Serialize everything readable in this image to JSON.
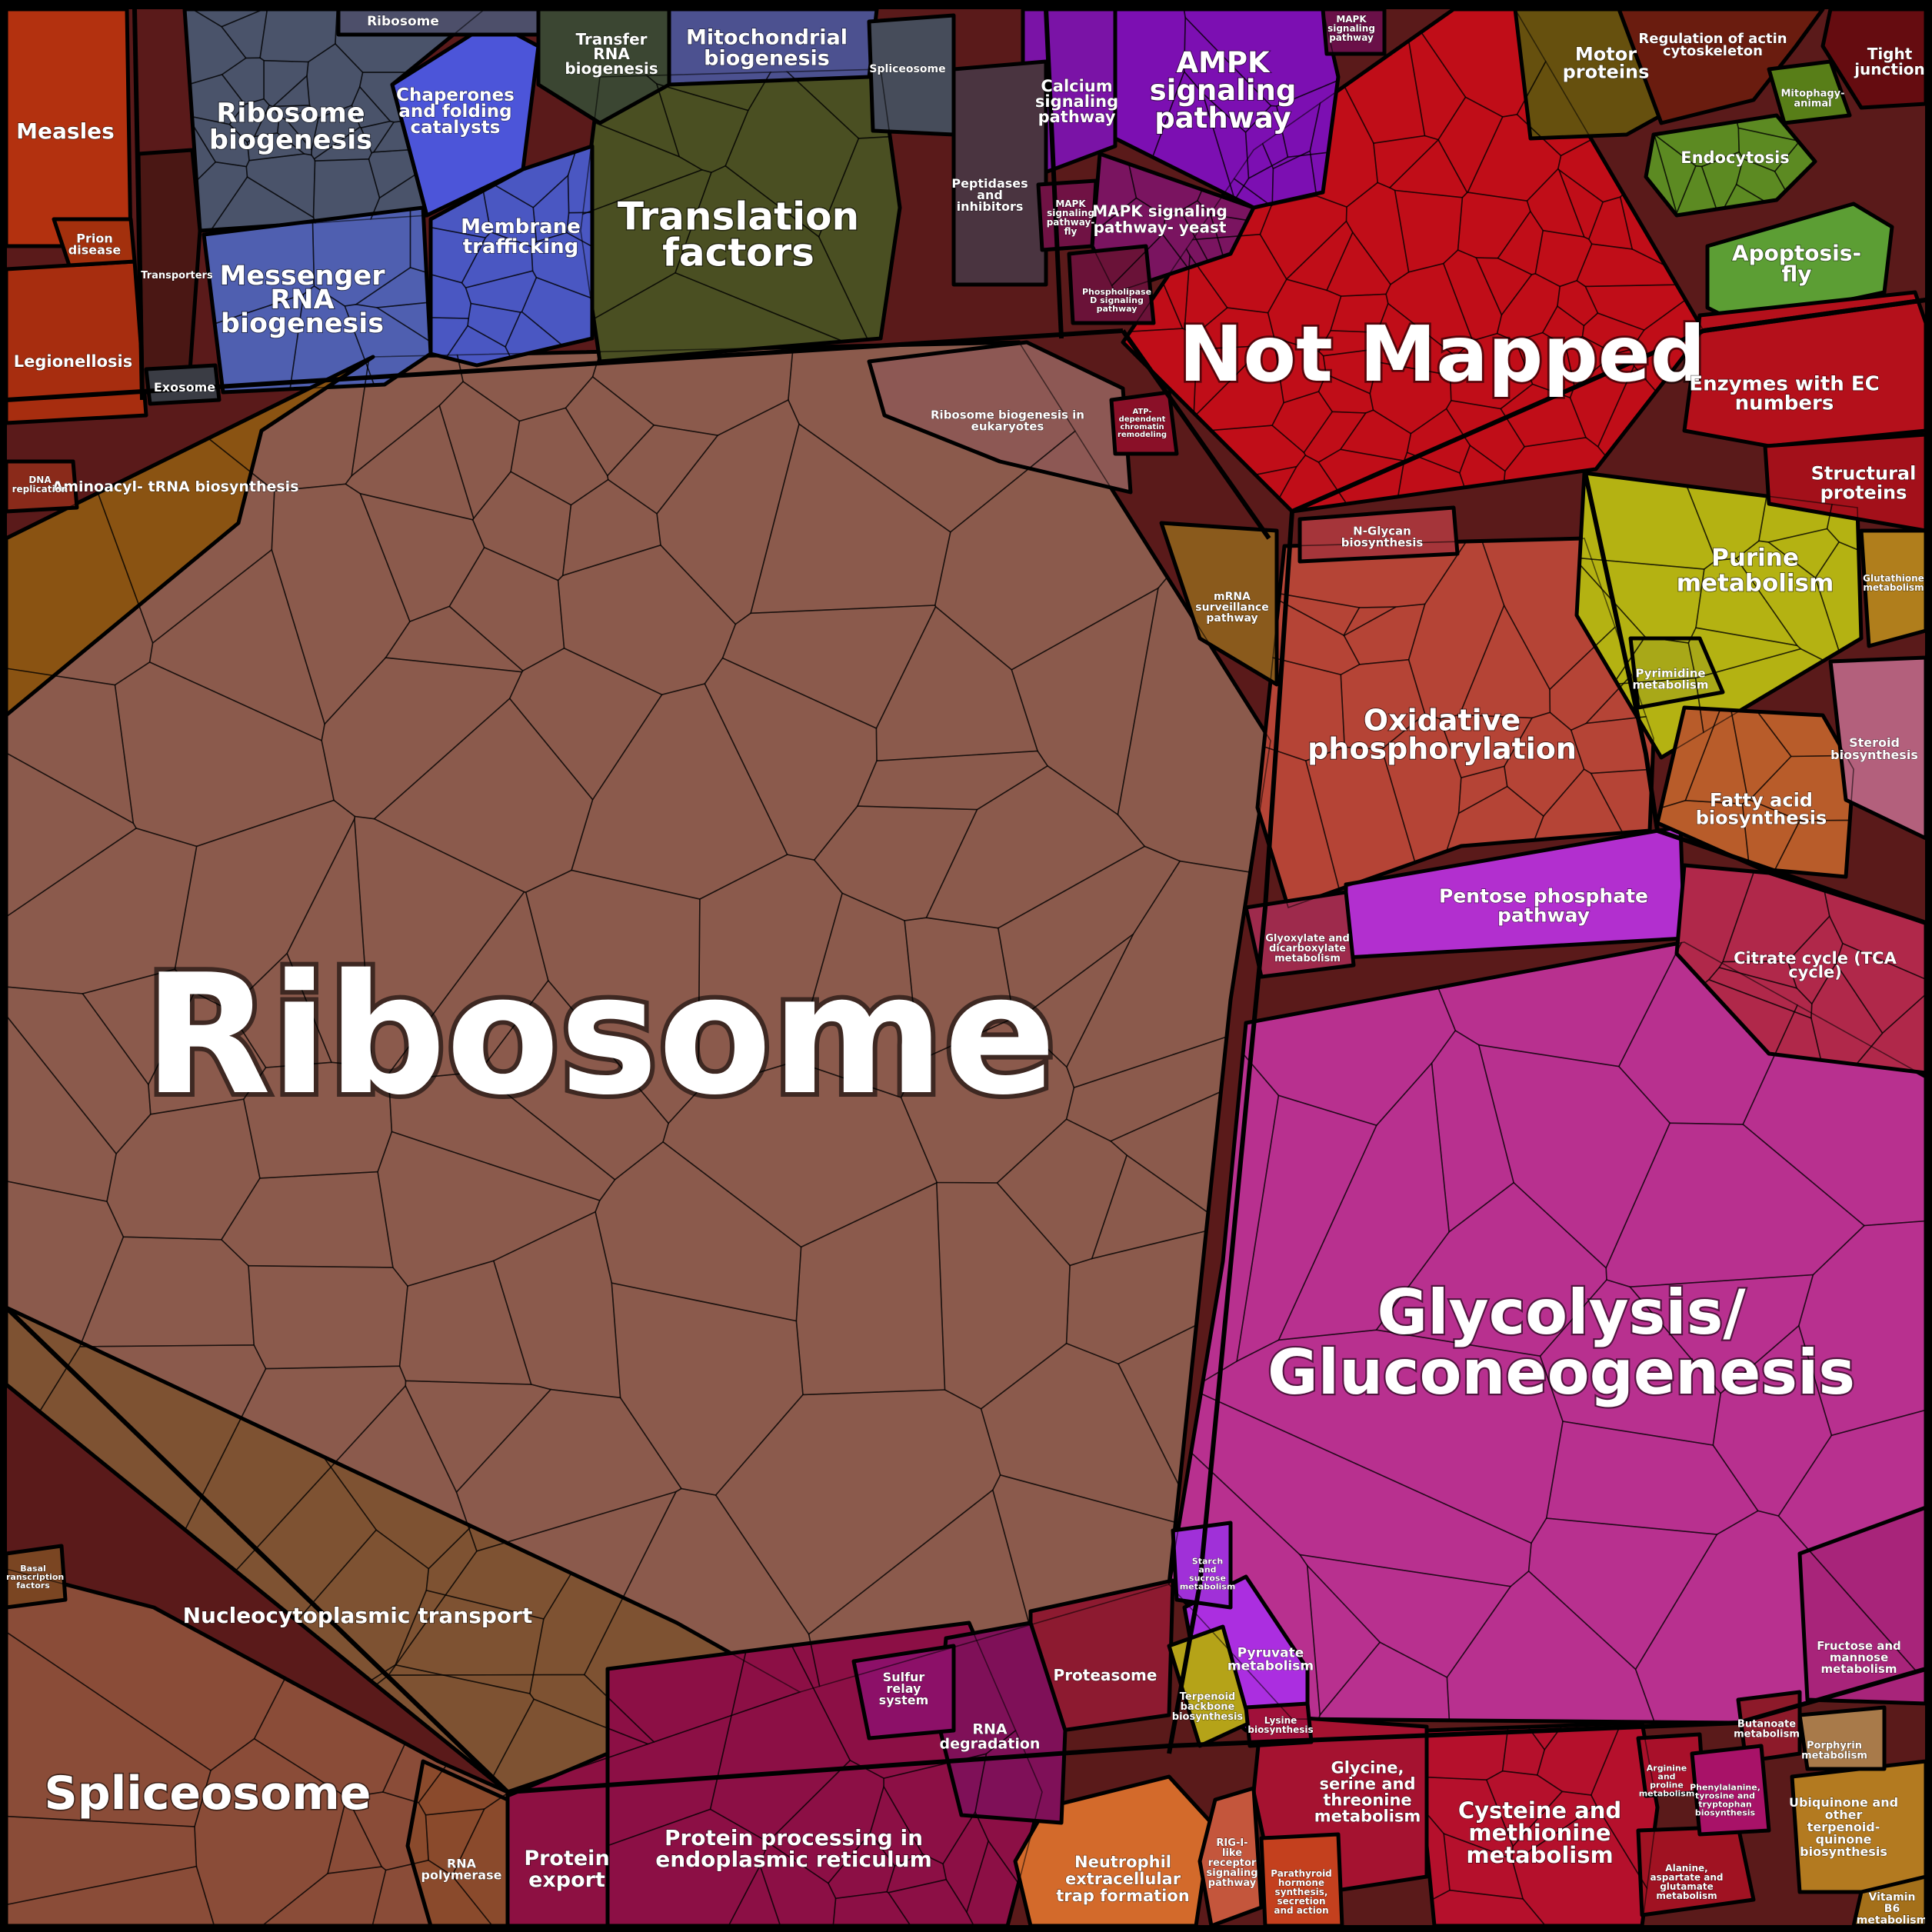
{
  "chart_data": {
    "type": "voronoi-treemap",
    "title": "",
    "cells": [
      {
        "id": "ribosome",
        "label": "Ribosome",
        "color": "#8b5a4c"
      },
      {
        "id": "glycolysis",
        "label": "Glycolysis/ Gluconeogenesis",
        "color": "#b8308f"
      },
      {
        "id": "not-mapped",
        "label": "Not Mapped",
        "color": "#c00d18"
      },
      {
        "id": "spliceosome-large",
        "label": "Spliceosome",
        "color": "#8a4c38"
      },
      {
        "id": "nucleocytoplasmic",
        "label": "Nucleocytoplasmic transport",
        "color": "#7e5232"
      },
      {
        "id": "translation-factors",
        "label": "Translation factors",
        "color": "#4a4f22"
      },
      {
        "id": "oxidative-phos",
        "label": "Oxidative phosphorylation",
        "color": "#b54436"
      },
      {
        "id": "ribosome-biogenesis",
        "label": "Ribosome biogenesis",
        "color": "#4a536a"
      },
      {
        "id": "messenger-rna",
        "label": "Messenger RNA biogenesis",
        "color": "#4f5fb0"
      },
      {
        "id": "chaperones",
        "label": "Chaperones and folding catalysts",
        "color": "#4c55d9"
      },
      {
        "id": "membrane-trafficking",
        "label": "Membrane trafficking",
        "color": "#4a57c2"
      },
      {
        "id": "mitochondrial-biogenesis",
        "label": "Mitochondrial biogenesis",
        "color": "#4c5190"
      },
      {
        "id": "transfer-rna",
        "label": "Transfer RNA biogenesis",
        "color": "#3b4632"
      },
      {
        "id": "ampk",
        "label": "AMPK signaling pathway",
        "color": "#7c0fb2"
      },
      {
        "id": "calcium",
        "label": "Calcium signaling pathway",
        "color": "#7a13a6"
      },
      {
        "id": "mapk-yeast",
        "label": "MAPK signaling pathway- yeast",
        "color": "#7a1460"
      },
      {
        "id": "protein-processing",
        "label": "Protein processing in endoplasmic reticulum",
        "color": "#8c0f45"
      },
      {
        "id": "pentose",
        "label": "Pentose phosphate pathway",
        "color": "#b22fcf"
      },
      {
        "id": "purine",
        "label": "Purine metabolism",
        "color": "#b4b212"
      },
      {
        "id": "fatty-acid",
        "label": "Fatty acid biosynthesis",
        "color": "#b85c2a"
      },
      {
        "id": "apoptosis",
        "label": "Apoptosis- fly",
        "color": "#5c9e34"
      },
      {
        "id": "endocytosis",
        "label": "Endocytosis",
        "color": "#5c8a22"
      },
      {
        "id": "motor-proteins",
        "label": "Motor proteins",
        "color": "#66500e"
      },
      {
        "id": "regulation-actin",
        "label": "Regulation of actin cytoskeleton",
        "color": "#6a1c0f"
      },
      {
        "id": "tight-junction",
        "label": "Tight junction",
        "color": "#650c10"
      },
      {
        "id": "enzymes-ec",
        "label": "Enzymes with EC numbers",
        "color": "#b4101b"
      },
      {
        "id": "structural-proteins",
        "label": "Structural proteins",
        "color": "#a3101a"
      },
      {
        "id": "citrate-cycle",
        "label": "Citrate cycle (TCA cycle)",
        "color": "#b0284a"
      },
      {
        "id": "cysteine",
        "label": "Cysteine and methionine metabolism",
        "color": "#b5102c"
      },
      {
        "id": "glycine",
        "label": "Glycine, serine and threonine metabolism",
        "color": "#a51230"
      },
      {
        "id": "neutrophil",
        "label": "Neutrophil extracellular trap formation",
        "color": "#d36a2b"
      },
      {
        "id": "protein-export",
        "label": "Protein export",
        "color": "#8d1042"
      },
      {
        "id": "rna-polymerase",
        "label": "RNA polymerase",
        "color": "#8a4a2c"
      },
      {
        "id": "proteasome",
        "label": "Proteasome",
        "color": "#8d1a30"
      },
      {
        "id": "rna-degradation",
        "label": "RNA degradation",
        "color": "#7f1058"
      },
      {
        "id": "sulfur-relay",
        "label": "Sulfur relay system",
        "color": "#8c1068"
      },
      {
        "id": "pyruvate",
        "label": "Pyruvate metabolism",
        "color": "#ab2ee0"
      },
      {
        "id": "measles",
        "label": "Measles",
        "color": "#b3310f"
      },
      {
        "id": "legionellosis",
        "label": "Legionellosis",
        "color": "#a72d0f"
      },
      {
        "id": "prion",
        "label": "Prion disease",
        "color": "#a3300d"
      },
      {
        "id": "aminoacyl",
        "label": "Aminoacyl- tRNA biosynthesis",
        "color": "#8a5312"
      },
      {
        "id": "peptidases",
        "label": "Peptidases and inhibitors",
        "color": "#4a3440"
      },
      {
        "id": "spliceosome-small",
        "label": "Spliceosome",
        "color": "#464c5a"
      },
      {
        "id": "transporters",
        "label": "Transporters",
        "color": "#4a1714"
      },
      {
        "id": "exosome",
        "label": "Exosome",
        "color": "#3a3c44"
      },
      {
        "id": "ribosome-small",
        "label": "Ribosome",
        "color": "#4d4f6a"
      },
      {
        "id": "ribosome-euk",
        "label": "Ribosome biogenesis in eukaryotes",
        "color": "#8d5854"
      },
      {
        "id": "mrna-surveillance",
        "label": "mRNA surveillance pathway",
        "color": "#8a5a1c"
      },
      {
        "id": "n-glycan",
        "label": "N-Glycan biosynthesis",
        "color": "#a5353a"
      },
      {
        "id": "steroid",
        "label": "Steroid biosynthesis",
        "color": "#b3607c"
      },
      {
        "id": "fructose",
        "label": "Fructose and mannose metabolism",
        "color": "#a8247a"
      },
      {
        "id": "ubiquinone",
        "label": "Ubiquinone and other terpenoid- quinone biosynthesis",
        "color": "#b37a20"
      },
      {
        "id": "terpenoid",
        "label": "Terpenoid backbone biosynthesis",
        "color": "#b5a318"
      },
      {
        "id": "butanoate",
        "label": "Butanoate metabolism",
        "color": "#8d1a2a"
      },
      {
        "id": "porphyrin",
        "label": "Porphyrin metabolism",
        "color": "#a87a4a"
      },
      {
        "id": "vitamin-b6",
        "label": "Vitamin B6 metabolism",
        "color": "#a4701a"
      },
      {
        "id": "glutathione",
        "label": "Glutathione metabolism",
        "color": "#b07e1c"
      },
      {
        "id": "pyrimidine",
        "label": "Pyrimidine metabolism",
        "color": "#a8a818"
      },
      {
        "id": "glyoxylate",
        "label": "Glyoxylate and dicarboxylate metabolism",
        "color": "#9e2a4c"
      },
      {
        "id": "starch",
        "label": "Starch and sucrose metabolism",
        "color": "#a030d8"
      },
      {
        "id": "dna-replication",
        "label": "DNA replication",
        "color": "#8a2a1a"
      },
      {
        "id": "mitophagy",
        "label": "Mitophagy- animal",
        "color": "#587e18"
      },
      {
        "id": "arginine-proline",
        "label": "Arginine and proline metabolism",
        "color": "#a8102a"
      },
      {
        "id": "alanine",
        "label": "Alanine, aspartate and glutamate metabolism",
        "color": "#a01222"
      },
      {
        "id": "phenylalanine",
        "label": "Phenylalanine, tyrosine and tryptophan biosynthesis",
        "color": "#a81268"
      },
      {
        "id": "rig-i",
        "label": "RIG-I- like receptor signaling pathway",
        "color": "#c4563c"
      },
      {
        "id": "parathyroid",
        "label": "Parathyroid hormone synthesis, secretion and action",
        "color": "#c4401e"
      },
      {
        "id": "phospholipase",
        "label": "Phospholipase D signaling pathway",
        "color": "#6a1238"
      },
      {
        "id": "mapk-fly",
        "label": "MAPK signaling pathway- fly",
        "color": "#701244"
      },
      {
        "id": "mapk-small",
        "label": "MAPK signaling pathway",
        "color": "#6a1048"
      },
      {
        "id": "lysine",
        "label": "Lysine biosynthesis",
        "color": "#a0103a"
      },
      {
        "id": "small-sw",
        "label": "Basal transcription factors",
        "color": "#7a4522"
      },
      {
        "id": "atp-chromatin",
        "label": "ATP- dependent chromatin remodeling",
        "color": "#8a1028"
      }
    ]
  }
}
